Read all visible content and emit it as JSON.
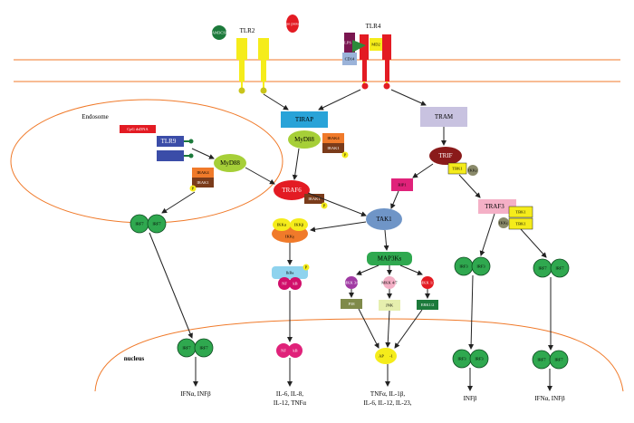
{
  "receptors": {
    "tlr2": "TLR2",
    "tlr4": "TLR4",
    "tlr9": "TLR9",
    "md2": "MD2",
    "cd14": "CD14",
    "lps": "LPS",
    "pam3csk": "PAM3CSK",
    "lipoprotein": "Lipo\nprotein",
    "cpg_dna": "CpG dsDNA"
  },
  "compartments": {
    "endosome": "Endosome",
    "nucleus": "nucleus"
  },
  "adaptors": {
    "tirap": "TIRAP",
    "tram": "TRAM",
    "myd88_a": "MyD88",
    "myd88_b": "MyD88",
    "trif": "TRIF"
  },
  "kinases": {
    "irak4_a": "IRAK4",
    "irak1_a": "IRAK1",
    "irak4_b": "IRAK4",
    "irak1_b": "IRAK1",
    "irak1_c": "IRAK1",
    "traf6": "TRAF6",
    "tak1": "TAK1",
    "rip1": "RIP1",
    "tbk1_a": "TBK1",
    "ikke_a": "IKKε",
    "traf3": "TRAF3",
    "tbk1_b": "TBK1",
    "tbk1_c": "TBK1",
    "ikke_b": "IKKε",
    "ikka": "IKKα",
    "ikkb": "IKKβ",
    "ikkg": "IKKγ",
    "ikba": "IkBa",
    "nfkb_np": "NF",
    "nfkb_kb": "kB",
    "map3ks": "MAP3Ks",
    "mkk36": "MKK 3/6",
    "mkk47": "MKK 4/7",
    "mkk12": "MKK 1/2",
    "p38": "P38",
    "jnk": "JNK",
    "erk": "ERK1/2"
  },
  "phospho": "P",
  "irfs": {
    "irf7": "IRF7",
    "irf3": "IRF3"
  },
  "nuclear": {
    "nfkb_nf": "NF",
    "nfkb_kb": "kB",
    "ap1_a": "AP",
    "ap1_b": "-1"
  },
  "outputs": {
    "ifn_a": "IFNα, INFβ",
    "cyto_a_1": "IL-6, IL-8,",
    "cyto_a_2": "IL-12, TNFα",
    "cyto_b_1": "TNFα, IL-1β,",
    "cyto_b_2": "IL-6, IL-12, IL-23,",
    "ifnb": "INFβ",
    "ifn_b": "IFNα, INFβ"
  }
}
